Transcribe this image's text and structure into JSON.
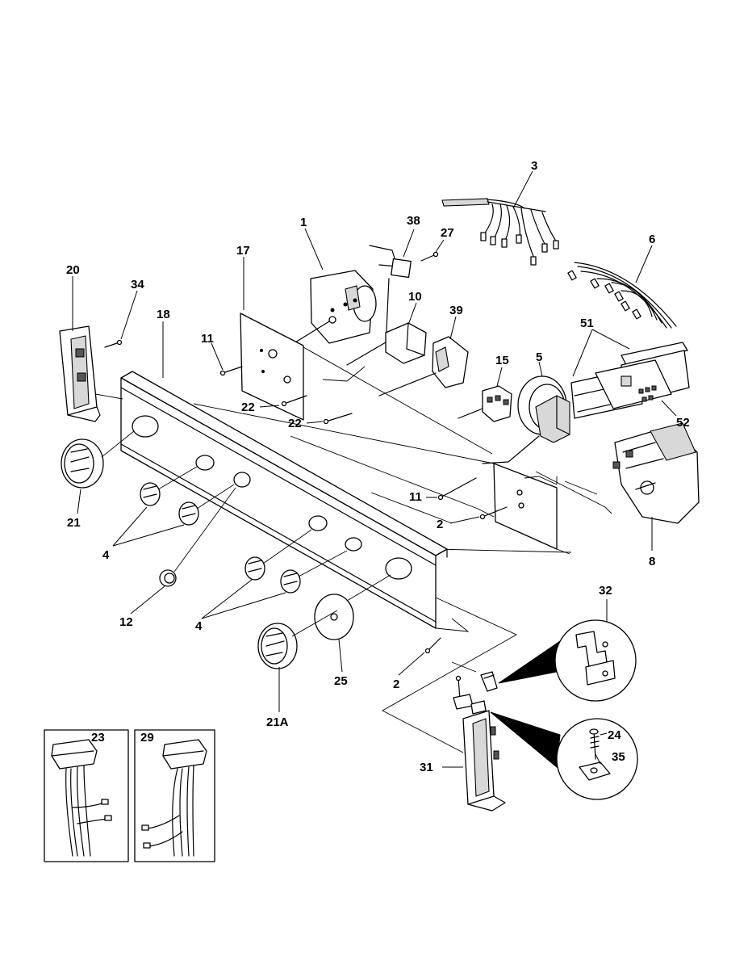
{
  "diagram": {
    "callouts": {
      "c1": "1",
      "c2a": "2",
      "c2b": "2",
      "c3": "3",
      "c4a": "4",
      "c4b": "4",
      "c5": "5",
      "c6": "6",
      "c8": "8",
      "c10": "10",
      "c11a": "11",
      "c11b": "11",
      "c12": "12",
      "c15": "15",
      "c17": "17",
      "c18": "18",
      "c20": "20",
      "c21": "21",
      "c21a": "21A",
      "c22a": "22",
      "c22b": "22",
      "c23": "23",
      "c24": "24",
      "c25": "25",
      "c27": "27",
      "c29": "29",
      "c31": "31",
      "c32": "32",
      "c34": "34",
      "c35": "35",
      "c38": "38",
      "c39": "39",
      "c51": "51",
      "c52": "52"
    }
  }
}
